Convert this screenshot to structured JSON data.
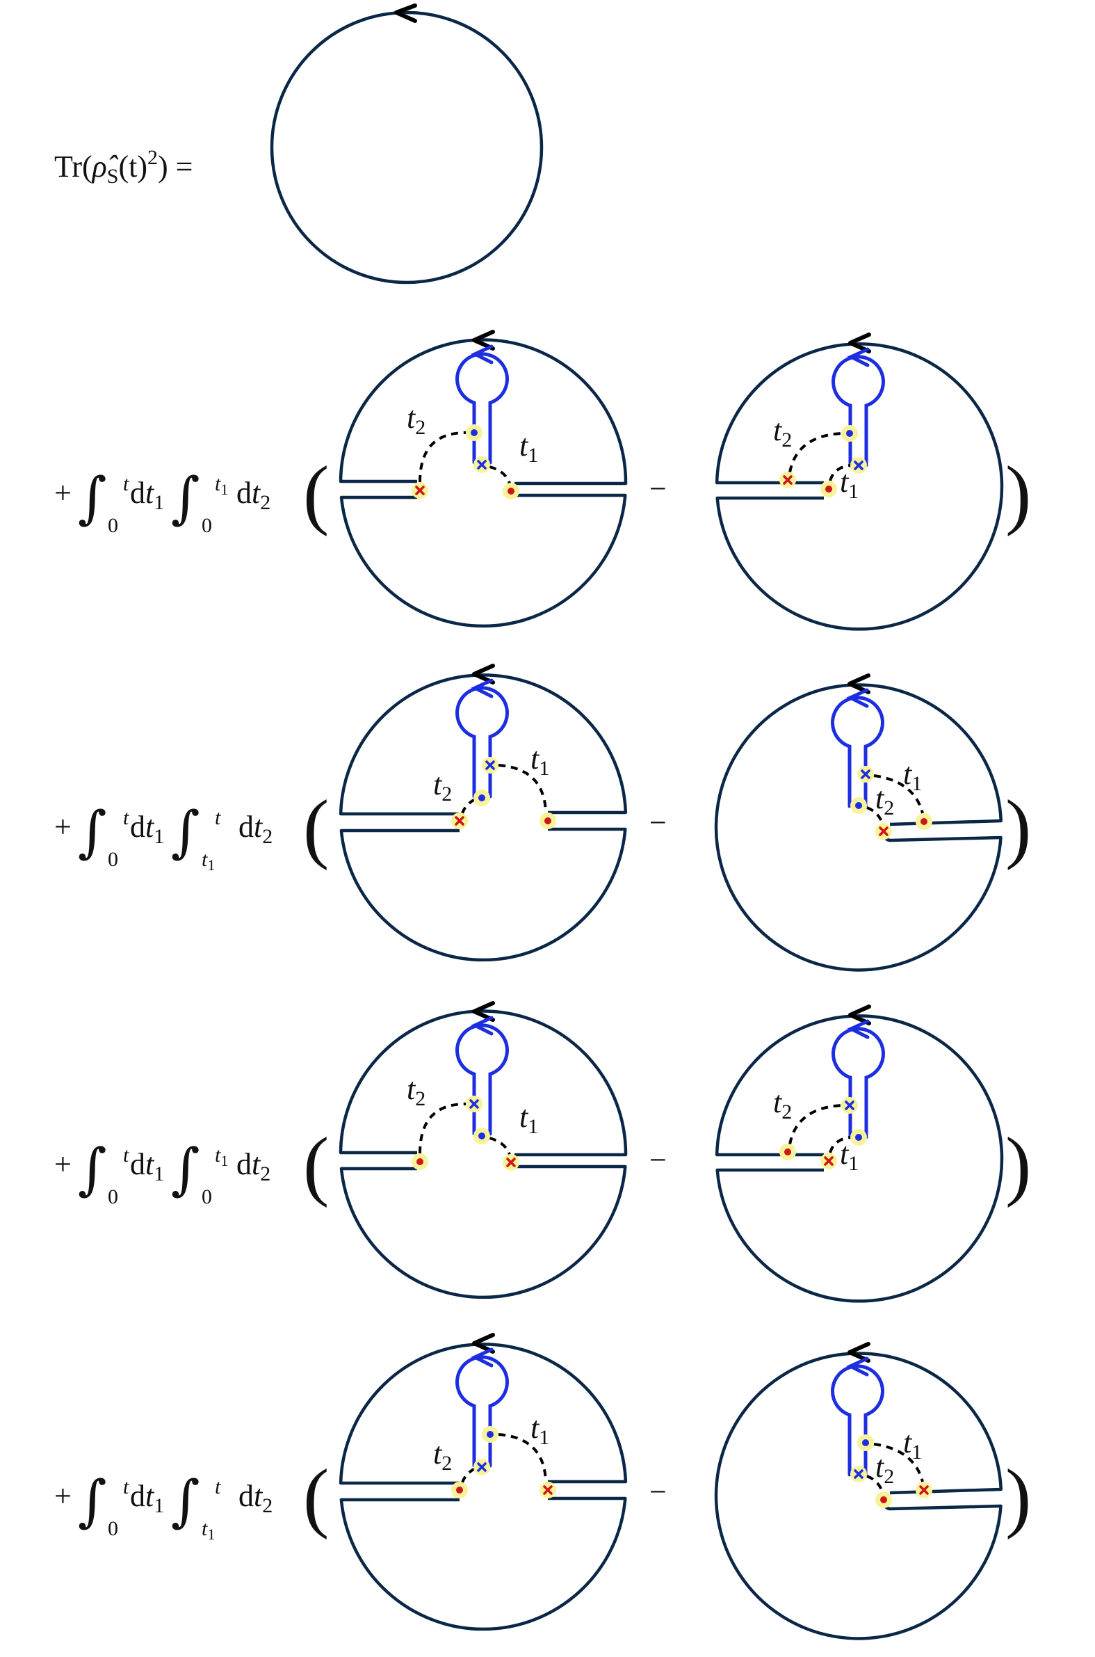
{
  "title": {
    "tr": "Tr(",
    "rho": "ρ̂",
    "sub": "S",
    "arg": "(t)",
    "sup": "2",
    "rest": ") ="
  },
  "labels": {
    "t": "t",
    "one": "1",
    "two": "2"
  },
  "terms": [
    {
      "sign": "+",
      "int1": {
        "upper": "t",
        "lower": "0"
      },
      "d1": "d",
      "d1_var": "t",
      "d1_sub": "1",
      "int2": {
        "upper": "t",
        "upper_sub": "1",
        "lower": "0",
        "lower_sub": ""
      },
      "d2": "d",
      "d2_var": "t",
      "d2_sub": "2",
      "open": "(",
      "minus": "−",
      "close": ")"
    },
    {
      "sign": "+",
      "int1": {
        "upper": "t",
        "lower": "0"
      },
      "d1": "d",
      "d1_var": "t",
      "d1_sub": "1",
      "int2": {
        "upper": "t",
        "upper_sub": "",
        "lower": "t",
        "lower_sub": "1"
      },
      "d2": "d",
      "d2_var": "t",
      "d2_sub": "2",
      "open": "(",
      "minus": "−",
      "close": ")"
    },
    {
      "sign": "+",
      "int1": {
        "upper": "t",
        "lower": "0"
      },
      "d1": "d",
      "d1_var": "t",
      "d1_sub": "1",
      "int2": {
        "upper": "t",
        "upper_sub": "1",
        "lower": "0",
        "lower_sub": ""
      },
      "d2": "d",
      "d2_var": "t",
      "d2_sub": "2",
      "open": "(",
      "minus": "−",
      "close": ")"
    },
    {
      "sign": "+",
      "int1": {
        "upper": "t",
        "lower": "0"
      },
      "d1": "d",
      "d1_var": "t",
      "d1_sub": "1",
      "int2": {
        "upper": "t",
        "upper_sub": "",
        "lower": "t",
        "lower_sub": "1"
      },
      "d2": "d",
      "d2_var": "t",
      "d2_sub": "2",
      "open": "(",
      "minus": "−",
      "close": ")"
    }
  ],
  "colors": {
    "contour": "#0b2747",
    "system": "#1c2ee0",
    "environment": "#d01515",
    "highlight": "#f8f29a"
  },
  "icons": {
    "direction": "arrow-left-icon",
    "vertex_dot": "dot-marker-icon",
    "vertex_cross": "cross-marker-icon"
  }
}
